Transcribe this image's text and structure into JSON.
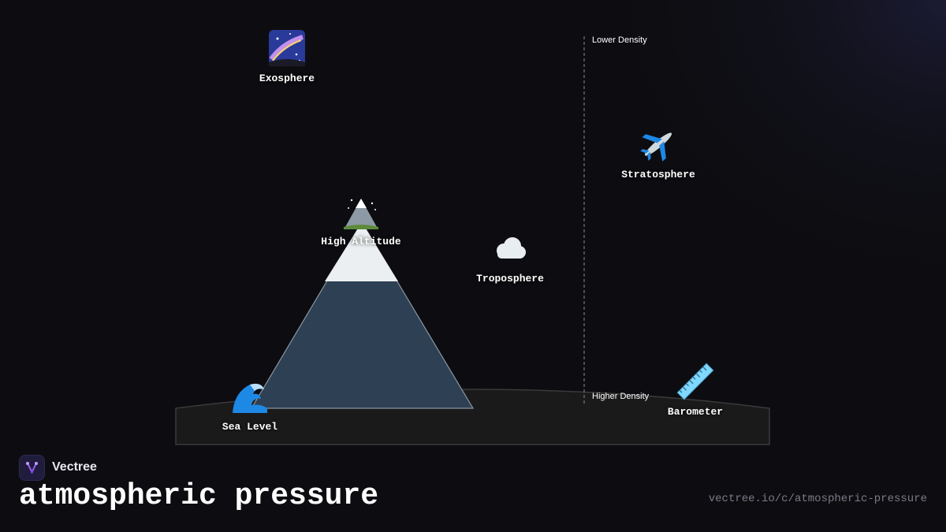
{
  "diagram": {
    "nodes": [
      {
        "id": "exosphere",
        "label": "Exosphere",
        "icon": "milky-way-icon"
      },
      {
        "id": "stratosphere",
        "label": "Stratosphere",
        "icon": "airplane-icon"
      },
      {
        "id": "high-altitude",
        "label": "High Altitude",
        "icon": "snow-capped-mountain-icon"
      },
      {
        "id": "troposphere",
        "label": "Troposphere",
        "icon": "cloud-icon"
      },
      {
        "id": "sea-level",
        "label": "Sea Level",
        "icon": "water-wave-icon"
      },
      {
        "id": "barometer",
        "label": "Barometer",
        "icon": "ruler-icon"
      }
    ],
    "density_scale": {
      "top_label": "Lower Density",
      "bottom_label": "Higher Density"
    },
    "colors": {
      "background": "#0d0d11",
      "mountain": "#2e4053",
      "snow_cap": "#eceff1",
      "ground": "#1a1a1a",
      "accent": "#7b3fe4"
    }
  },
  "footer": {
    "brand": "Vectree",
    "title": "atmospheric pressure",
    "url": "vectree.io/c/atmospheric-pressure"
  }
}
